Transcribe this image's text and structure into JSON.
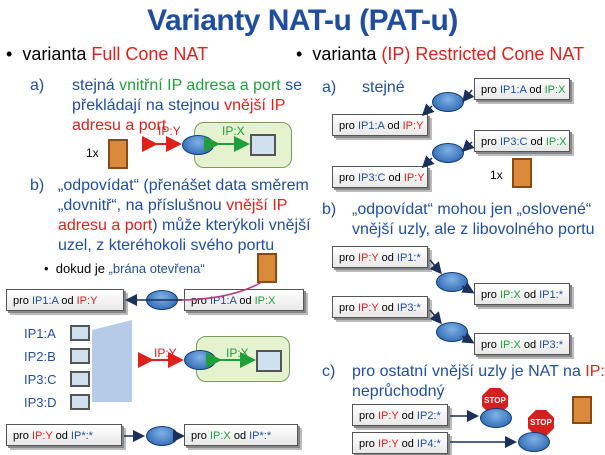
{
  "title": "Varianty NAT-u (PAT-u)",
  "left": {
    "heading_prefix": "varianta ",
    "heading_red": "Full Cone NAT",
    "a_label": "a)",
    "a_line1_1": "stejná ",
    "a_line1_2": "vnitřní IP adresa a port",
    "a_line1_3": " se",
    "a_line2_1": "překládají na stejnou ",
    "a_line2_2": "vnější IP",
    "a_line3_1": "adresu a port",
    "ipy": "IP:Y",
    "ipx": "IP:X",
    "count_1x": "1x",
    "b_label": "b)",
    "b_line1": "„odpovídat“ (přenášet data směrem",
    "b_line2_1": "„dovnitř“, na příslušnou ",
    "b_line2_2": "vnější IP",
    "b_line3_1": "adresu a port",
    "b_line3_2": ") může kterýkoli vnější",
    "b_line4": "uzel, z kteréhokoli svého portu",
    "sub_prefix": "dokud je ",
    "sub_text": "„brána otevřena“",
    "pkt_pro": "pro ",
    "pkt_od": " od ",
    "p1_dst": "IP1:A",
    "p1_src": "IP:Y",
    "p2_dst": "IP1:A",
    "p2_src": "IP:X",
    "hosts": [
      "IP1:A",
      "IP2:B",
      "IP3:C",
      "IP3:D"
    ],
    "ipy2": "IP:Y",
    "ipx2": "IP:X",
    "p3_dst": "IP:Y",
    "p3_src": "IP*:*",
    "p4_dst": "IP:X",
    "p4_src": "IP*:*"
  },
  "right": {
    "heading_prefix": "varianta ",
    "heading_red": "(IP) Restricted Cone NAT",
    "a_label": "a)",
    "a_text": "stejné",
    "r1_dst": "IP1:A",
    "r1_src": "IP:X",
    "r2_dst": "IP1:A",
    "r2_src": "IP:Y",
    "r3_dst": "IP3:C",
    "r3_src": "IP:X",
    "r4_dst": "IP3:C",
    "r4_src": "IP:Y",
    "count_1x": "1x",
    "b_label": "b)",
    "b_line1": "„odpovídat“ mohou jen „oslovené“",
    "b_line2": "vnější uzly, ale z libovolného portu",
    "s1_dst": "IP:Y",
    "s1_src": "IP1:*",
    "s2_dst": "IP:X",
    "s2_src": "IP1:*",
    "s3_dst": "IP:Y",
    "s3_src": "IP3:*",
    "s4_dst": "IP:X",
    "s4_src": "IP3:*",
    "c_label": "c)",
    "c_line1_1": "pro ostatní vnější uzly je NAT na ",
    "c_line1_2": "IP:Y",
    "c_line2": "neprůchodný",
    "t1_dst": "IP:Y",
    "t1_src": "IP2:*",
    "t2_dst": "IP:Y",
    "t2_src": "IP4:*",
    "stop": "STOP"
  }
}
